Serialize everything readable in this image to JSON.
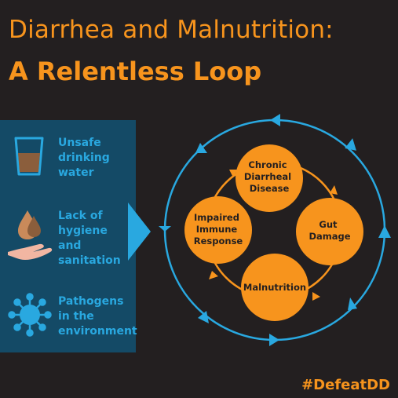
{
  "title": {
    "line1": "Diarrhea and Malnutrition:",
    "line2": "A Relentless Loop"
  },
  "causes": [
    {
      "label_lines": [
        "Unsafe",
        "drinking",
        "water"
      ],
      "icon": "water-glass-icon"
    },
    {
      "label_lines": [
        "Lack of",
        "hygiene",
        "and",
        "sanitation"
      ],
      "icon": "hand-with-drops-icon"
    },
    {
      "label_lines": [
        "Pathogens",
        "in the",
        "environment"
      ],
      "icon": "pathogen-icon"
    }
  ],
  "cycle": {
    "nodes": [
      {
        "lines": [
          "Chronic",
          "Diarrheal",
          "Disease"
        ]
      },
      {
        "lines": [
          "Gut",
          "Damage"
        ]
      },
      {
        "lines": [
          "Malnutrition"
        ]
      },
      {
        "lines": [
          "Impaired",
          "Immune",
          "Response"
        ]
      }
    ]
  },
  "hashtag": "#DefeatDD",
  "colors": {
    "background": "#231f20",
    "orange": "#f7941d",
    "blue": "#29a8e0",
    "panel": "#144a66"
  }
}
